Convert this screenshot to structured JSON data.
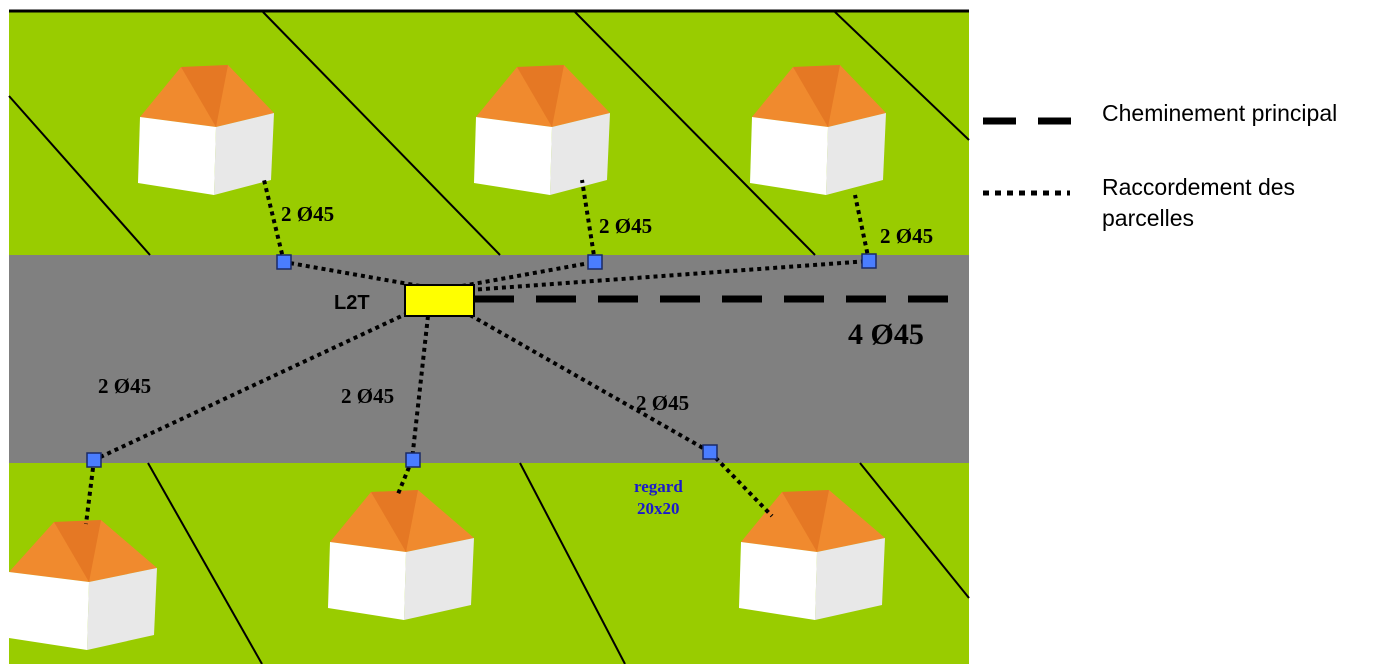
{
  "colors": {
    "grass": "#99cc00",
    "road": "#808080",
    "roof": "#f08a2e",
    "roof_dark": "#d9661a",
    "wall": "#ffffff",
    "chamber": "#4a7dff",
    "l2t": "#ffff00",
    "line": "#000000",
    "regard_text": "#1a1acc"
  },
  "labels": {
    "l2t": "L2T",
    "main_capacity": "4 Ø45",
    "drop_capacity": "2 Ø45",
    "regard_line1": "regard",
    "regard_line2": "20x20"
  },
  "legend": {
    "main_path": "Cheminement principal",
    "connection_line1": "Raccordement des",
    "connection_line2": "parcelles"
  },
  "icons": {
    "house": "house-icon",
    "chamber": "square-chamber-icon",
    "cabinet": "rectangle-cabinet-icon"
  }
}
